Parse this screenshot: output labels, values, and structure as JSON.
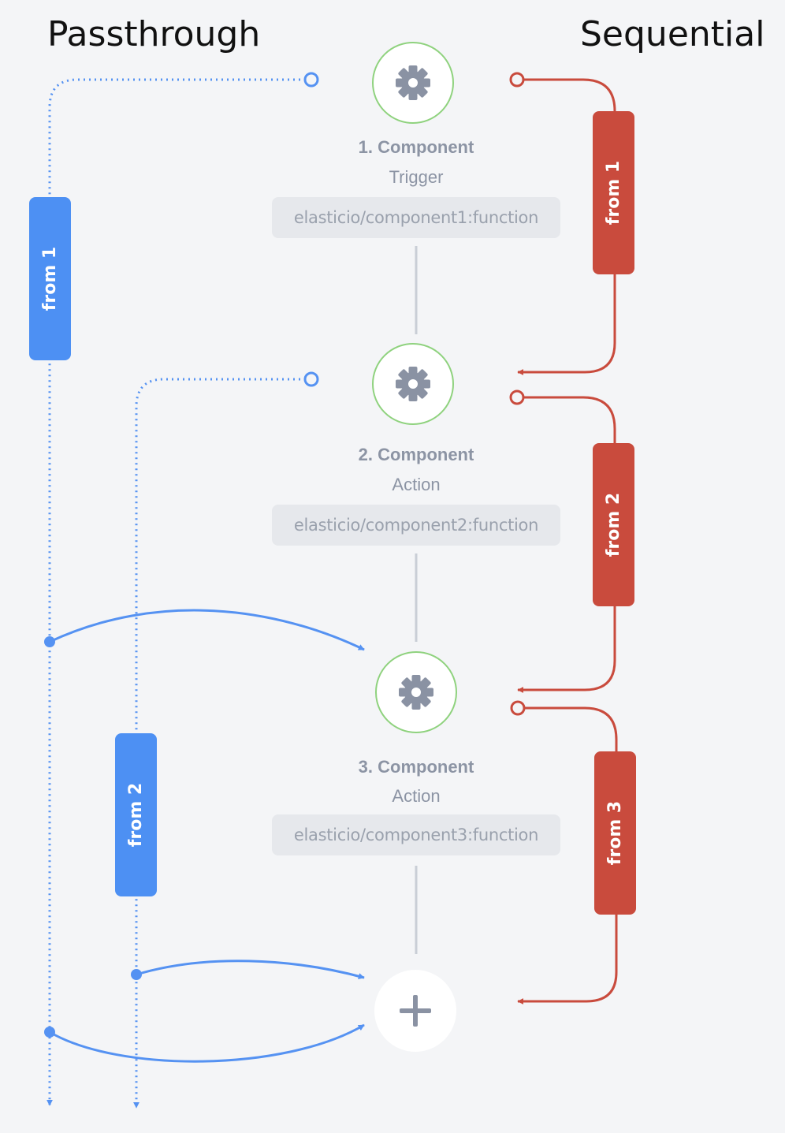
{
  "headings": {
    "passthrough": "Passthrough",
    "sequential": "Sequential"
  },
  "steps": [
    {
      "title": "1. Component",
      "type": "Trigger",
      "function": "elasticio/component1:function",
      "icon": "gear-icon"
    },
    {
      "title": "2. Component",
      "type": "Action",
      "function": "elasticio/component2:function",
      "icon": "gear-icon"
    },
    {
      "title": "3. Component",
      "type": "Action",
      "function": "elasticio/component3:function",
      "icon": "gear-icon"
    }
  ],
  "add_icon": "plus-icon",
  "passthrough_labels": [
    "from 1",
    "from 2"
  ],
  "sequential_labels": [
    "from 1",
    "from 2",
    "from 3"
  ],
  "colors": {
    "passthrough": "#5592f2",
    "sequential": "#c94b3d",
    "node_border": "#8fd27e",
    "icon": "#8a92a3"
  }
}
